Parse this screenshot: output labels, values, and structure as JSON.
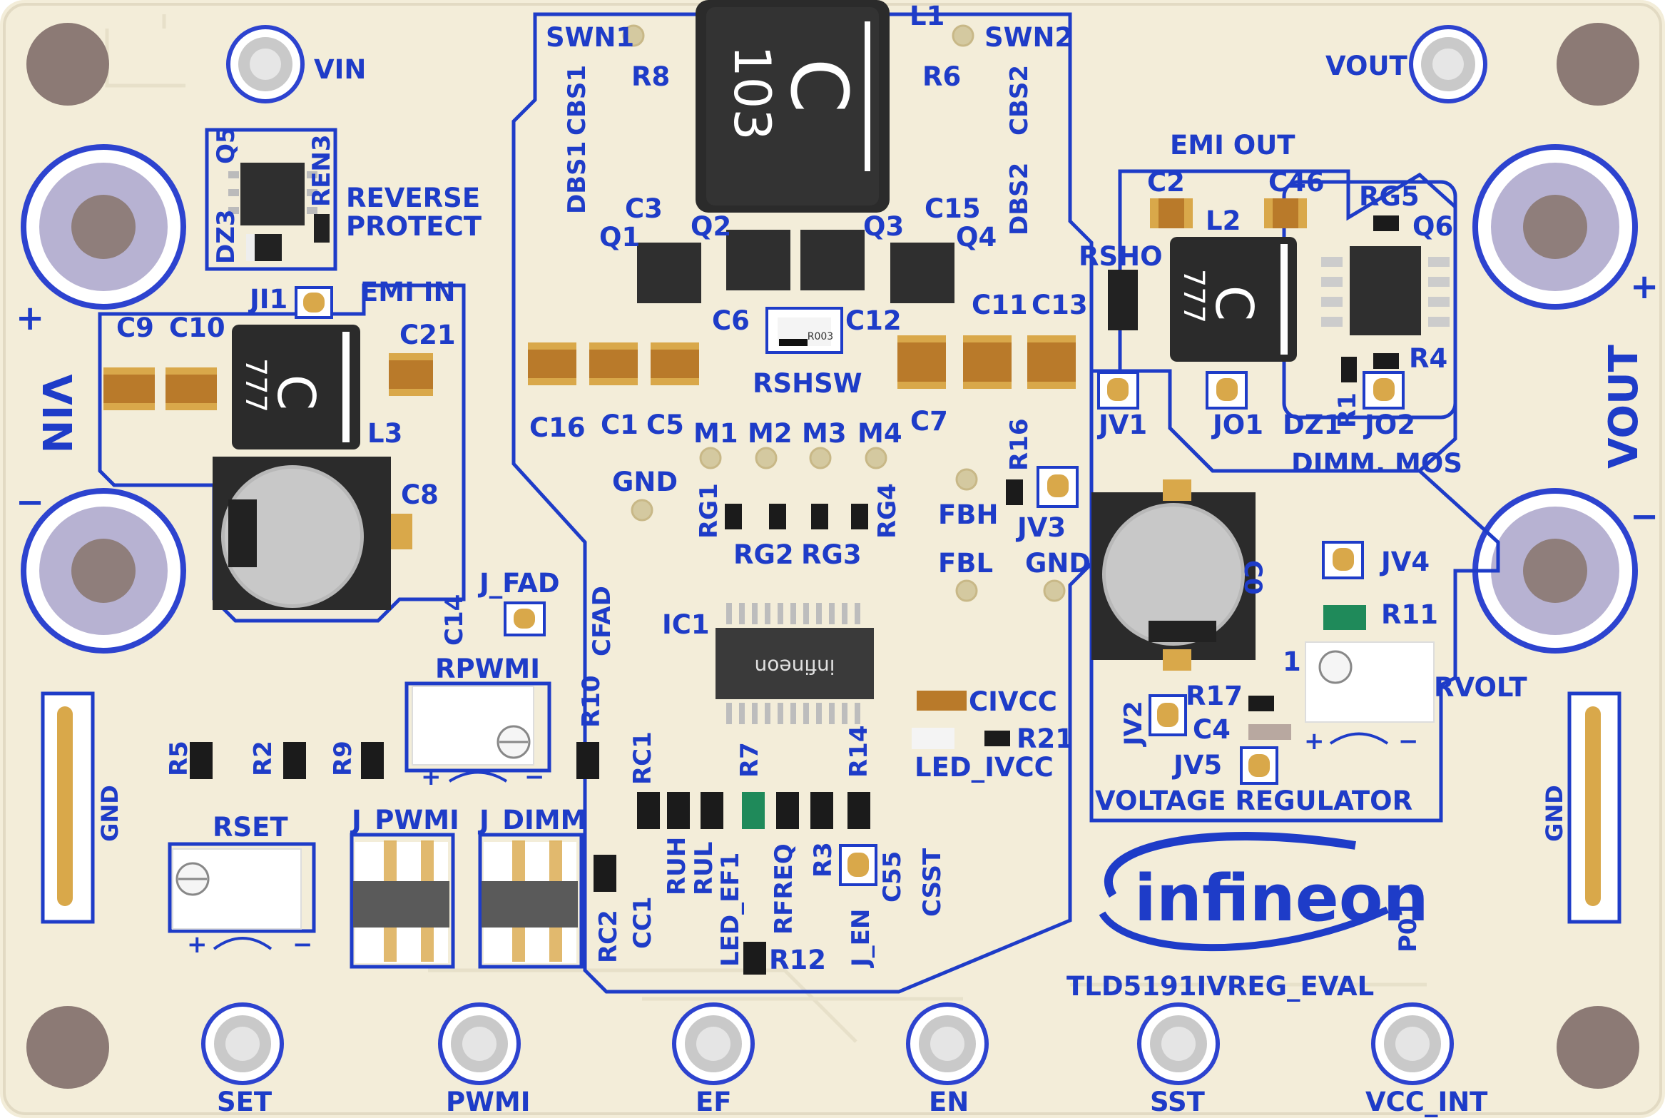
{
  "board": {
    "name": "TLD5191IVREG_EVAL",
    "revision": "P01",
    "brand": "infineon"
  },
  "connectors": {
    "vin": "VIN",
    "vout": "VOUT",
    "vin_terminal": "VIN",
    "vout_terminal": "VOUT",
    "plus": "+",
    "minus": "−",
    "gnd_left": "GND",
    "gnd_right": "GND"
  },
  "sections": {
    "reverse_protect_1": "REVERSE",
    "reverse_protect_2": "PROTECT",
    "emi_in": "EMI IN",
    "emi_out": "EMI OUT",
    "dimm_mos": "DIMM. MOS",
    "voltage_regulator": "VOLTAGE REGULATOR"
  },
  "test_points_bottom": [
    "SET",
    "PWMI",
    "EF",
    "EN",
    "SST",
    "VCC_INT"
  ],
  "test_points_mid": {
    "gnd1": "GND",
    "gnd2": "GND",
    "fbh": "FBH",
    "fbl": "FBL",
    "m1": "M1",
    "m2": "M2",
    "m3": "M3",
    "m4": "M4",
    "swn1": "SWN1",
    "swn2": "SWN2"
  },
  "designators": {
    "q5": "Q5",
    "dz3": "DZ3",
    "ren3": "REN3",
    "ji1": "JI1",
    "c9": "C9",
    "c10": "C10",
    "c21": "C21",
    "l3": "L3",
    "c8": "C8",
    "c14": "C14",
    "j_fad": "J_FAD",
    "cfad": "CFAD",
    "rpwmi": "RPWMI",
    "r10": "R10",
    "r5": "R5",
    "r2": "R2",
    "r9": "R9",
    "rset": "RSET",
    "j_pwmi": "J_PWMI",
    "j_dimm": "J_DIMM",
    "cbs1": "CBS1",
    "dbs1": "DBS1",
    "r8": "R8",
    "c3": "C3",
    "l1": "L1",
    "r6": "R6",
    "cbs2": "CBS2",
    "dbs2": "DBS2",
    "c15": "C15",
    "q1": "Q1",
    "q2": "Q2",
    "q3": "Q3",
    "q4": "Q4",
    "c6": "C6",
    "c12": "C12",
    "rshsw": "RSHSW",
    "c16": "C16",
    "c1": "C1",
    "c5": "C5",
    "c7": "C7",
    "c11": "C11",
    "c13": "C13",
    "rsho": "RSHO",
    "r16": "R16",
    "jv3": "JV3",
    "rg1": "RG1",
    "rg2": "RG2",
    "rg3": "RG3",
    "rg4": "RG4",
    "ic1": "IC1",
    "civcc": "CIVCC",
    "r21": "R21",
    "led_ivcc": "LED_IVCC",
    "rc1": "RC1",
    "r7": "R7",
    "r14": "R14",
    "rc2": "RC2",
    "cc1": "CC1",
    "ruh": "RUH",
    "rul": "RUL",
    "led_ef1": "LED_EF1",
    "rfreq": "RFREQ",
    "r3": "R3",
    "j_en": "J_EN",
    "c55": "C55",
    "csst": "CSST",
    "r12": "R12",
    "c2": "C2",
    "c46": "C46",
    "l2": "L2",
    "rg5": "RG5",
    "q6": "Q6",
    "r4": "R4",
    "jv1": "JV1",
    "jo1": "JO1",
    "dz1": "DZ1",
    "r1": "R1",
    "jo2": "JO2",
    "c0": "C0",
    "jv4": "JV4",
    "r11": "R11",
    "rvolt": "RVOLT",
    "jv2": "JV2",
    "r17": "R17",
    "c4": "C4",
    "jv5": "JV5",
    "pin1": "1"
  },
  "parts": {
    "l1_marking_1": "C",
    "l1_marking_2": "103",
    "l_marking_1": "C",
    "l_marking_2": "777",
    "ic_marking": "infineon",
    "rshsw_marking": "R003"
  },
  "colors": {
    "board": "#f3edd9",
    "silkscreen": "#1e3cc8",
    "mount_hole": "#8c7a75",
    "ceramic_cap": "#b97a2a"
  }
}
